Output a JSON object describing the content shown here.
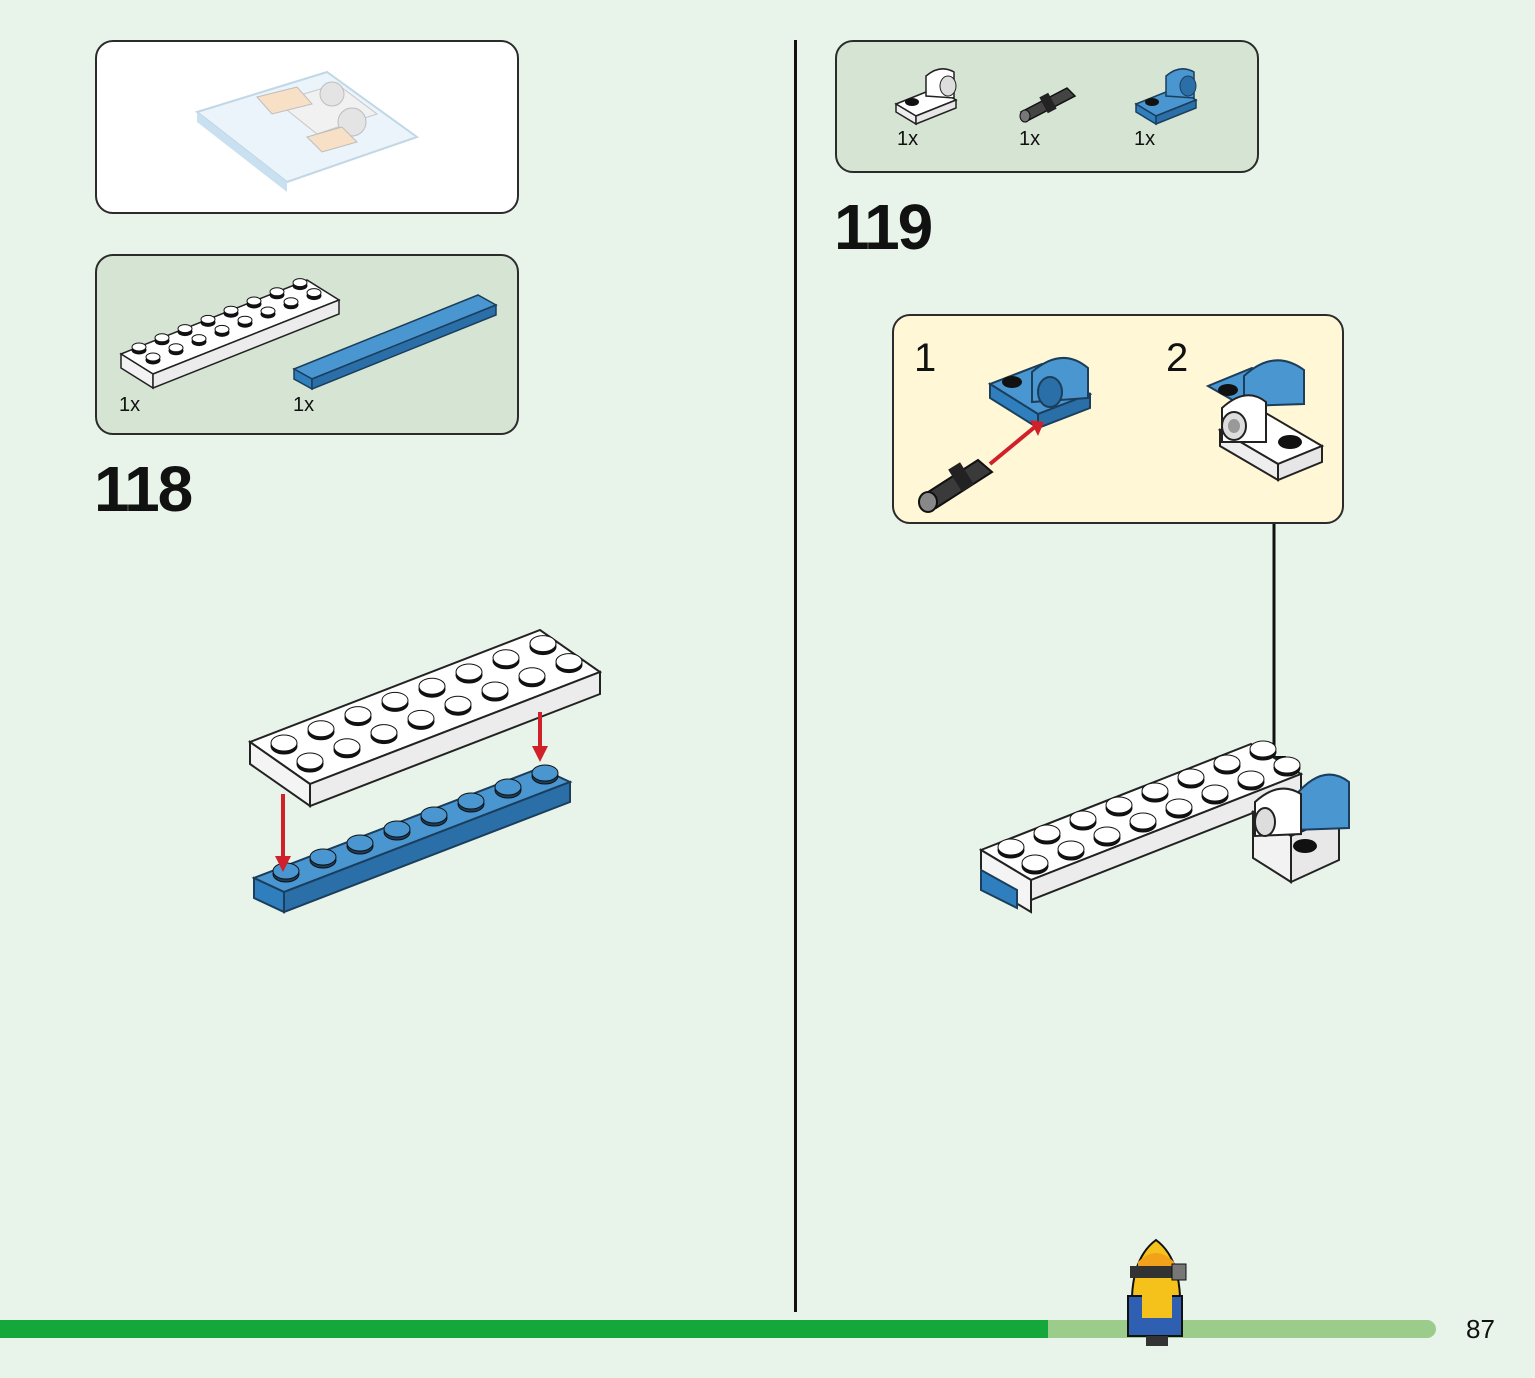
{
  "colors": {
    "background": "#e8f4ea",
    "parts_box": "#d6e4d4",
    "callout_box": "#fff7d6",
    "brick_blue": "#2f7fbf",
    "brick_white": "#ffffff",
    "arrow_red": "#d0202a",
    "progress_done": "#14a83c",
    "progress_todo": "#9ccc8c"
  },
  "left": {
    "step": "118",
    "parts": [
      {
        "count": "1x",
        "part": "white-plate-2x8"
      },
      {
        "count": "1x",
        "part": "blue-plate-1x8"
      }
    ]
  },
  "right": {
    "step": "119",
    "parts": [
      {
        "count": "1x",
        "part": "white-pin-hole-plate"
      },
      {
        "count": "1x",
        "part": "black-technic-pin"
      },
      {
        "count": "1x",
        "part": "blue-pin-hole-plate"
      }
    ],
    "substeps": [
      "1",
      "2"
    ]
  },
  "progress": {
    "fraction": 0.73
  },
  "page_number": "87"
}
